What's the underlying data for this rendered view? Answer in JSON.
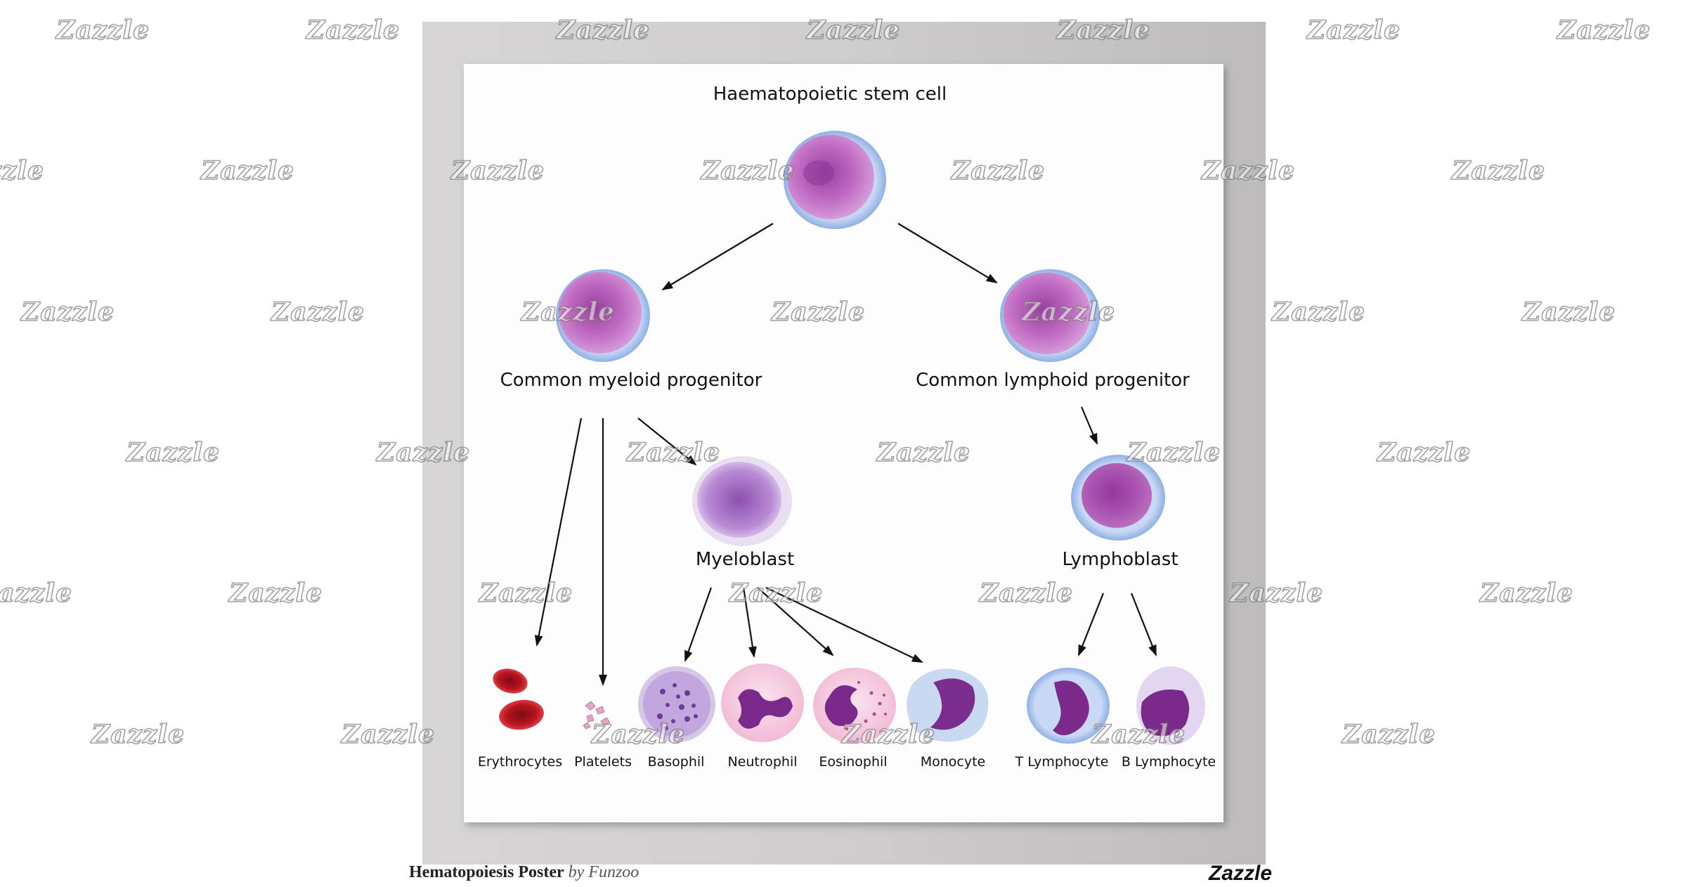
{
  "diagram": {
    "root": "Haematopoietic stem cell",
    "myeloid": "Common myeloid progenitor",
    "lymphoid": "Common lymphoid progenitor",
    "myeloblast": "Myeloblast",
    "lymphoblast": "Lymphoblast",
    "leaves": [
      "Erythrocytes",
      "Platelets",
      "Basophil",
      "Neutrophil",
      "Eosinophil",
      "Monocyte",
      "T Lymphocyte",
      "B Lymphocyte"
    ]
  },
  "caption": {
    "title": "Hematopoiesis Poster",
    "by": "by Funzoo"
  },
  "brand": "Zazzle",
  "watermark": "Zazzle",
  "colors": {
    "frame": "#cfcdce",
    "poster": "#fdfdfd",
    "cell_nucleus": "#8e3f9b",
    "cell_rim": "#9ab8e6",
    "erythrocyte": "#b3131f"
  }
}
